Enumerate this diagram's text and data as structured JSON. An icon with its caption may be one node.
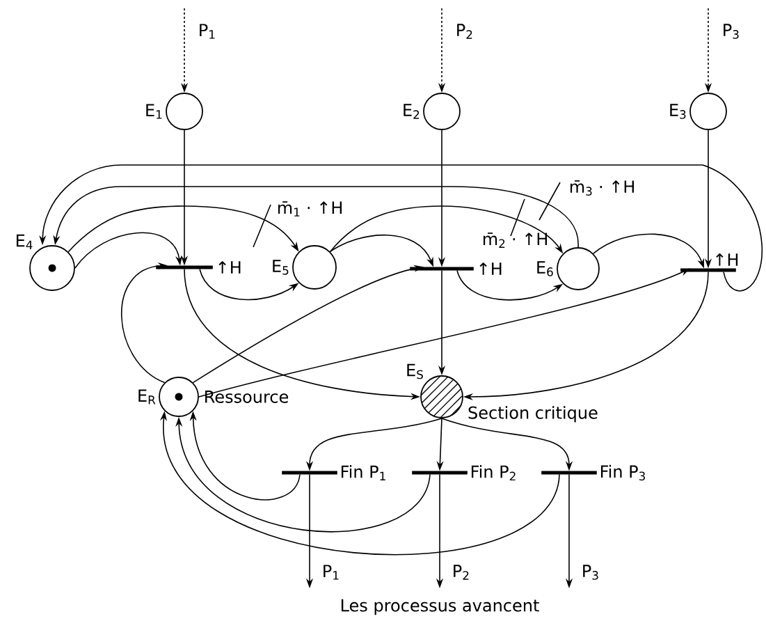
{
  "diagram": {
    "nodes": [
      {
        "text": [
          "E$_{1}$"
        ]
      },
      {
        "text": [
          "E$_{2}$"
        ]
      },
      {
        "text": [
          "E$_{3}$"
        ]
      },
      {
        "text": [
          "E$_{4}$"
        ]
      },
      {
        "text": [
          "E$_{5}$"
        ]
      },
      {
        "text": [
          "E$_{6}$"
        ]
      },
      {
        "text": [
          "E$_{R}$"
        ],
        "beside": [
          "Ressource"
        ]
      },
      {
        "text": [
          "E$_{S}$"
        ],
        "beside": [
          "Section critique"
        ]
      },
      {
        "text": [
          "↑H"
        ]
      },
      {
        "text": [
          "↑H"
        ]
      },
      {
        "text": [
          "↑H"
        ]
      },
      {
        "text": [
          "Fin P$_{1}$"
        ]
      },
      {
        "text": [
          "Fin P$_{2}$"
        ]
      },
      {
        "text": [
          "Fin P$_{3}$"
        ]
      }
    ],
    "edges": [
      {
        "from": null,
        "to": 0,
        "arrow": "to",
        "label": "P$_{1}$",
        "style": "dashed"
      },
      {
        "from": null,
        "to": 1,
        "arrow": "to",
        "label": "P$_{2}$",
        "style": "dashed"
      },
      {
        "from": null,
        "to": 2,
        "arrow": "to",
        "label": "P$_{3}$",
        "style": "dashed"
      },
      {
        "from": 0,
        "to": 8,
        "arrow": "to"
      },
      {
        "from": 1,
        "to": 9,
        "arrow": "to"
      },
      {
        "from": 2,
        "to": 10,
        "arrow": "to"
      },
      {
        "from": 3,
        "to": 8,
        "arrow": "to"
      },
      {
        "from": 8,
        "to": 4,
        "arrow": "to"
      },
      {
        "from": 4,
        "to": 9,
        "arrow": "to"
      },
      {
        "from": 9,
        "to": 5,
        "arrow": "to"
      },
      {
        "from": 5,
        "to": 10,
        "arrow": "to"
      },
      {
        "from": 10,
        "to": 3,
        "arrow": "to"
      },
      {
        "from": 3,
        "to": 4,
        "arrow": "to",
        "label": "m̄$_{1}$ · ↑H"
      },
      {
        "from": 4,
        "to": 5,
        "arrow": "to",
        "label": "m̄$_{2}$ · ↑H"
      },
      {
        "from": 5,
        "to": 3,
        "arrow": "to",
        "label": "m̄$_{3}$ · ↑H"
      },
      {
        "from": 6,
        "to": 8,
        "arrow": "to"
      },
      {
        "from": 6,
        "to": 9,
        "arrow": "to"
      },
      {
        "from": 6,
        "to": 10,
        "arrow": "to"
      },
      {
        "from": 8,
        "to": 7,
        "arrow": "to"
      },
      {
        "from": 9,
        "to": 7,
        "arrow": "to"
      },
      {
        "from": 10,
        "to": 7,
        "arrow": "to"
      },
      {
        "from": 7,
        "to": 11,
        "arrow": "to"
      },
      {
        "from": 7,
        "to": 12,
        "arrow": "to"
      },
      {
        "from": 7,
        "to": 13,
        "arrow": "to"
      },
      {
        "from": 11,
        "to": 6,
        "arrow": "to"
      },
      {
        "from": 12,
        "to": 6,
        "arrow": "to"
      },
      {
        "from": 13,
        "to": 6,
        "arrow": "to"
      },
      {
        "from": 11,
        "to": null,
        "arrow": "to",
        "label": "P$_{1}$"
      },
      {
        "from": 12,
        "to": null,
        "arrow": "to",
        "label": "P$_{2}$"
      },
      {
        "from": 13,
        "to": null,
        "arrow": "to",
        "label": "P$_{3}$"
      }
    ],
    "labels": [
      "Les processus avancent"
    ]
  }
}
